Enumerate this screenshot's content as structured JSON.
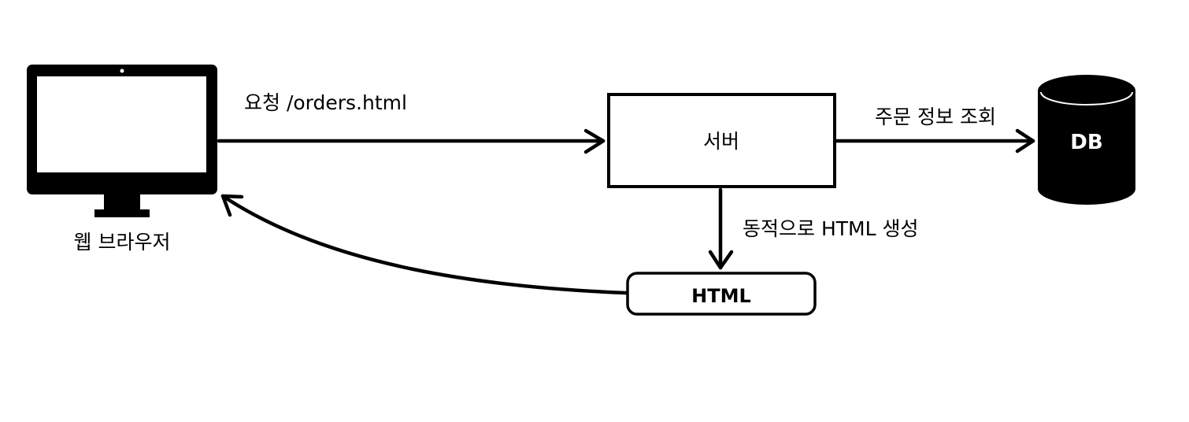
{
  "colors": {
    "ink": "#000000",
    "background": "#ffffff"
  },
  "nodes": {
    "browser": {
      "label": "웹 브라우저",
      "icon": "monitor-icon"
    },
    "server": {
      "label": "서버"
    },
    "db": {
      "label": "DB",
      "icon": "database-cylinder-icon"
    },
    "html": {
      "label": "HTML"
    }
  },
  "edges": {
    "request": {
      "label": "요청 /orders.html"
    },
    "query": {
      "label": "주문 정보 조회"
    },
    "generate": {
      "label": "동적으로 HTML 생성"
    },
    "response": {
      "label": ""
    }
  }
}
